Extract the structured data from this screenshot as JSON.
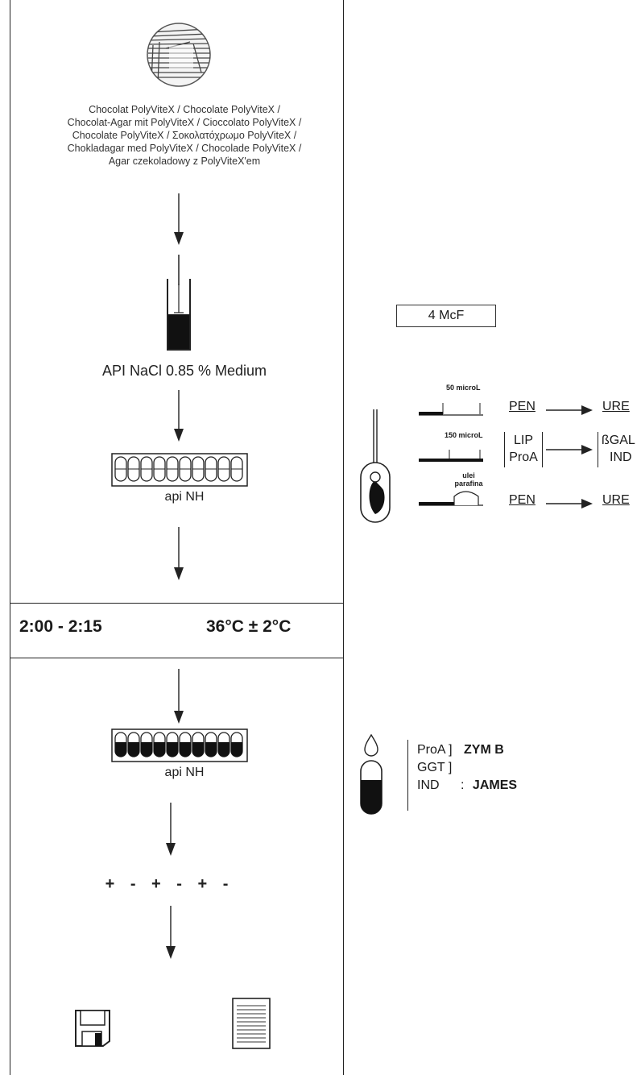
{
  "agar": {
    "caption_lines": [
      "Chocolat PolyViteX / Chocolate PolyViteX /",
      "Chocolat-Agar mit PolyViteX / Cioccolato PolyViteX /",
      "Chocolate PolyViteX / Σοκολατόχρωμο PolyViteX /",
      "Chokladagar med PolyViteX / Chocolade PolyViteX /",
      "Agar czekoladowy z PolyViteX'em"
    ]
  },
  "medium": {
    "label": "API NaCl 0.85 % Medium"
  },
  "strip1": {
    "label": "api NH"
  },
  "incubation": {
    "time": "2:00 - 2:15",
    "temperature": "36°C ± 2°C"
  },
  "strip2": {
    "label": "api NH"
  },
  "results": {
    "signs": "+ - + - + -"
  },
  "right": {
    "mcf": "4 McF",
    "row1": {
      "volume": "50 microL",
      "test": "PEN",
      "result": "URE"
    },
    "row2": {
      "volume": "150 microL",
      "test_top": "LIP",
      "test_bottom": "ProA",
      "result_top": "ßGAL",
      "result_bottom": "IND"
    },
    "row3": {
      "oil_line1": "ulei",
      "oil_line2": "parafina",
      "test": "PEN",
      "result": "URE"
    },
    "reagents": {
      "line1_test": "ProA ]",
      "line1_reagent": "ZYM B",
      "line2_test": "GGT ]",
      "line3_test": "IND",
      "line3_sep": ":",
      "line3_reagent": "JAMES"
    }
  },
  "icons": [
    "culture-plate-icon",
    "suspension-tube-icon",
    "strip-icon",
    "drop-icon",
    "floppy-disk-icon",
    "document-icon"
  ]
}
